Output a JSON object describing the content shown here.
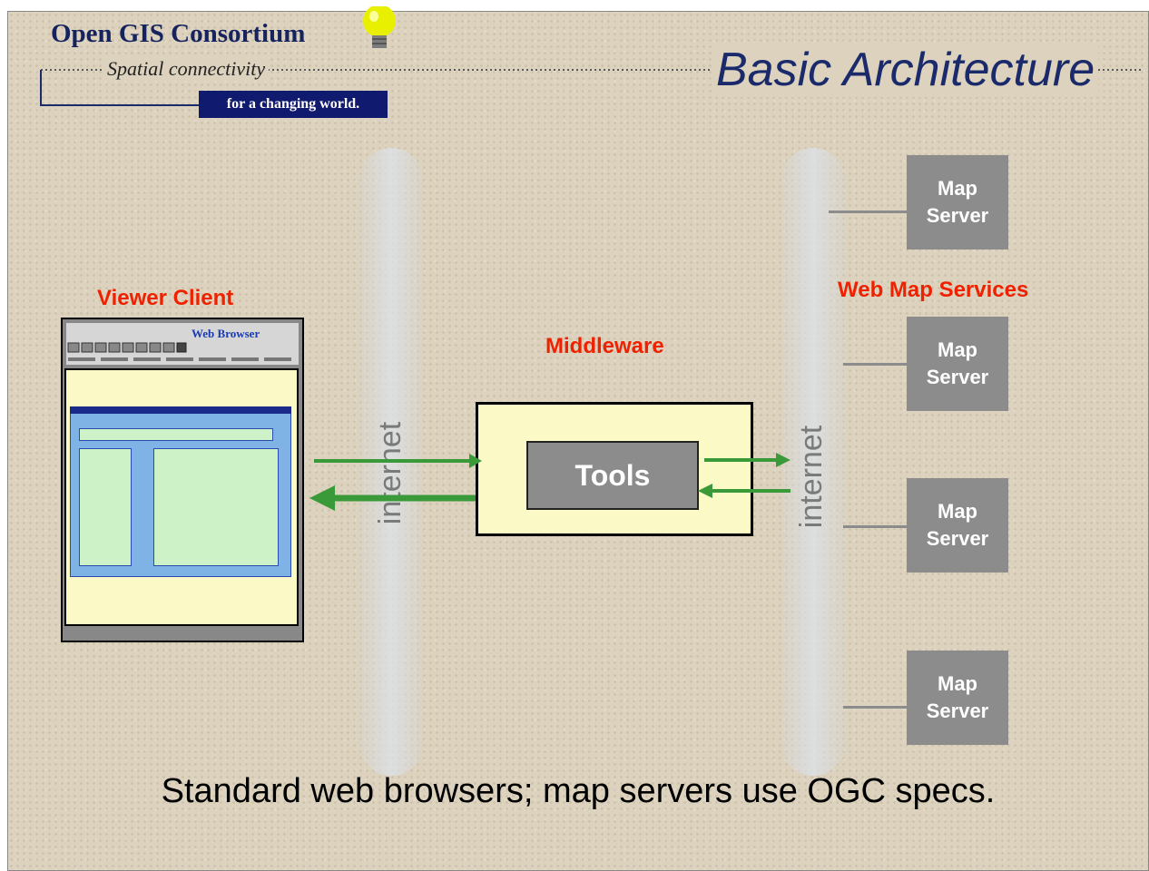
{
  "header": {
    "org_name": "Open GIS Consortium",
    "tagline": "Spatial connectivity",
    "tagline_box": "for a changing world."
  },
  "title": "Basic Architecture",
  "labels": {
    "viewer_client": "Viewer Client",
    "web_browser": "Web Browser",
    "middleware": "Middleware",
    "tools": "Tools",
    "web_map_services": "Web Map Services",
    "internet_left": "internet",
    "internet_right": "internet"
  },
  "map_servers": [
    {
      "line1": "Map",
      "line2": "Server"
    },
    {
      "line1": "Map",
      "line2": "Server"
    },
    {
      "line1": "Map",
      "line2": "Server"
    },
    {
      "line1": "Map",
      "line2": "Server"
    }
  ],
  "footer": "Standard web browsers; map servers use OGC specs.",
  "colors": {
    "background": "#dcd2bd",
    "label_red": "#ee2200",
    "arrow_green": "#3a9a3a",
    "server_gray": "#8c8c8c",
    "middleware_fill": "#fbf9c5",
    "title_blue": "#1a2a6a"
  }
}
